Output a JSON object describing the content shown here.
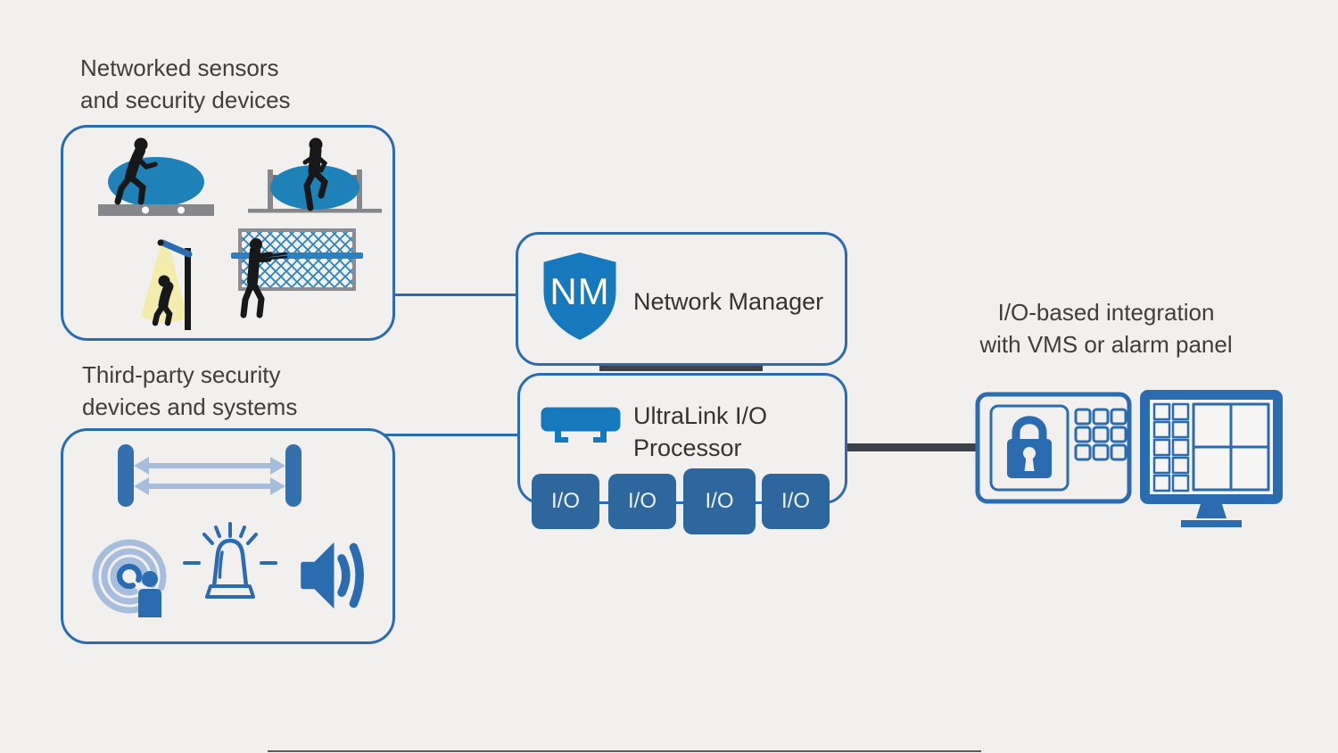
{
  "labels": {
    "networked": {
      "line1": "Networked sensors",
      "line2": "and security devices"
    },
    "thirdparty": {
      "line1": "Third-party security",
      "line2": "devices and systems"
    },
    "integration": {
      "line1": "I/O-based integration",
      "line2": "with VMS or alarm panel"
    }
  },
  "nodes": {
    "network_manager": {
      "badge": "NM",
      "label": "Network Manager"
    },
    "ultralink": {
      "line1": "UltraLink I/O",
      "line2": "Processor"
    },
    "io_ports": [
      "I/O",
      "I/O",
      "I/O",
      "I/O"
    ]
  },
  "icons": {
    "sensor_group": [
      "buried-cable-sensor-icon",
      "microwave-barrier-icon",
      "security-lighting-icon",
      "fence-sensor-icon"
    ],
    "thirdparty_group": [
      "ir-beam-barrier-icon",
      "radar-detection-icon",
      "siren-beacon-icon",
      "loudspeaker-icon"
    ],
    "nodes": [
      "nm-shield-icon",
      "ultralink-device-icon"
    ],
    "integration": [
      "alarm-panel-lock-icon",
      "vms-monitor-icon"
    ]
  },
  "colors": {
    "bg": "#f1f0ee",
    "accent": "#2b6cb0",
    "bright": "#1779bd",
    "field": "#1e81b8",
    "io": "#2e679e",
    "gray": "#85878a",
    "gray_dark": "#6e7073",
    "light_blue": "#a6bedb",
    "light_yellow": "#f2edac",
    "silhouette": "#17181a",
    "dark_link": "#3d4149",
    "text": "#3e3e3e",
    "text_dark": "#333333",
    "pill": "#3470ae"
  }
}
